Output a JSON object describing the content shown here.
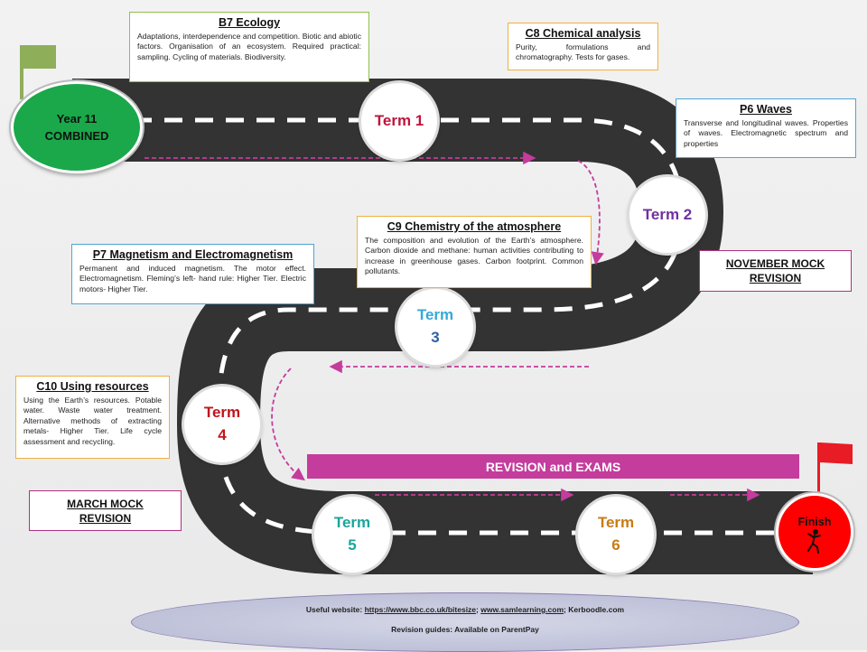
{
  "start": {
    "line1": "Year 11",
    "line2": "COMBINED"
  },
  "finish": {
    "label": "Finish"
  },
  "terms": [
    {
      "label": "Term 1",
      "color": "#c0143c"
    },
    {
      "label": "Term 2",
      "color": "#7030a0"
    },
    {
      "line1": "Term",
      "line2": "3",
      "color1": "#35a9d9",
      "color2": "#2e5fa8"
    },
    {
      "line1": "Term",
      "line2": "4",
      "color": "#c0141c"
    },
    {
      "line1": "Term",
      "line2": "5",
      "color": "#1aa59a"
    },
    {
      "line1": "Term",
      "line2": "6",
      "color": "#c87b14"
    }
  ],
  "topics": {
    "b7": {
      "title": "B7 Ecology",
      "text": "Adaptations, interdependence and competition. Biotic and abiotic factors. Organisation of an ecosystem. Required practical: sampling. Cycling of materials. Biodiversity."
    },
    "c8": {
      "title": "C8 Chemical analysis",
      "text": "Purity, formulations and chromatography. Tests for gases."
    },
    "p6": {
      "title": "P6 Waves",
      "text": "Transverse and longitudinal waves. Properties of waves. Electromagnetic spectrum and properties"
    },
    "c9": {
      "title": "C9 Chemistry of the atmosphere",
      "text": "The composition and evolution of the Earth’s atmosphere. Carbon dioxide and methane: human activities contributing to increase in greenhouse gases. Carbon footprint. Common pollutants."
    },
    "p7": {
      "title": "P7 Magnetism and Electromagnetism",
      "text": "Permanent and induced magnetism. The motor effect. Electromagnetism. Fleming’s left- hand rule: Higher Tier. Electric motors- Higher Tier."
    },
    "c10": {
      "title": "C10 Using resources",
      "text": "Using the Earth’s resources. Potable water. Waste water treatment. Alternative methods of extracting metals- Higher Tier. Life cycle assessment and recycling."
    }
  },
  "mocks": {
    "november": {
      "line1": "NOVEMBER MOCK",
      "line2": "REVISION"
    },
    "march": {
      "line1": "MARCH MOCK",
      "line2": "REVISION"
    }
  },
  "banner": "REVISION and EXAMS",
  "footer": {
    "prefix": "Useful website: ",
    "link1": "https://www.bbc.co.uk/bitesize",
    "sep1": "; ",
    "link2": "www.samlearning.com",
    "suffix": "; Kerboodle.com",
    "line2": "Revision guides: Available on ParentPay"
  },
  "colors": {
    "road": "#333333",
    "lane": "#ffffff",
    "arrow": "#c43c9c",
    "start_flag": "#8fae5a",
    "finish_flag": "#e81c24"
  },
  "icons": [
    "flag-icon",
    "finish-flag-icon",
    "runner-icon"
  ]
}
